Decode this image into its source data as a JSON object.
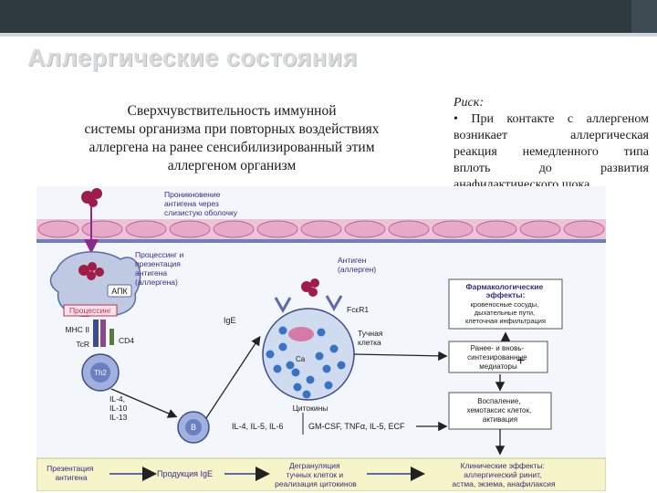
{
  "slide": {
    "title": "Аллергические состояния",
    "intro_lines": [
      "Сверхчувствительность иммунной",
      "системы организма при повторных воздействиях",
      "аллергена на ранее сенсибилизированный этим",
      "аллергеном организм"
    ],
    "risk_label": "Риск:",
    "risk_lines": [
      "• При контакте с аллергеном",
      "возникает аллергическая",
      "реакция немедленного типа",
      "вплоть до развития",
      "анафилактического шока."
    ]
  },
  "diagram": {
    "penetration_lines": [
      "Проникновение",
      "антигена через",
      "слизистую оболочку"
    ],
    "processing_lines": [
      "Процессинг и",
      "презентация",
      "антигена",
      "(аллергена)"
    ],
    "apc_label": "АПК",
    "processing_box": "Процессинг",
    "mhc_label": "MHC II",
    "tcr_label": "TcR",
    "cd4_label": "CD4",
    "th2_label": "Th2",
    "il_lines": [
      "IL-4,",
      "IL-10",
      "IL-13"
    ],
    "b_label": "B",
    "ige_label": "IgE",
    "antigen_lines": [
      "Антиген",
      "(аллерген)"
    ],
    "fce_label": "FcεR1",
    "mast_lines": [
      "Тучная",
      "клетка"
    ],
    "ca_label": "Ca",
    "cytokines_label": "Цитокины",
    "il_row": "IL-4, IL-5, IL-6",
    "gm_row": "GM-CSF, TNFα, IL-5, ECF",
    "pharm_title": [
      "Фармакологические",
      "эффекты:"
    ],
    "pharm_lines": [
      "кровеносные сосуды,",
      "дыхательные пути,",
      "клеточная инфильтрация"
    ],
    "mediators_lines": [
      "Ранее- и вновь-",
      "синтезированные",
      "медиаторы"
    ],
    "plus": "+",
    "inflammation_lines": [
      "Воспаление,",
      "хемотаксис клеток,",
      "активация"
    ],
    "bottom_presentation": [
      "Презентация",
      "антигена"
    ],
    "bottom_production": "Продукция IgE",
    "bottom_degranulation": [
      "Дегрануляция",
      "тучных клеток и",
      "реализация цитокинов"
    ],
    "bottom_clinical": [
      "Клинические эффекты:",
      "аллергический ринит,",
      "астма, экзема, анафилаксия"
    ]
  },
  "colors": {
    "membrane": "#6e7fbf",
    "epithelium": "#eec3da",
    "allergen": "#a01c48",
    "apc": "#bfc9e2",
    "mast": "#cfdcf0",
    "granule": "#3a73c2",
    "arrow": "#222222",
    "bottom_band": "#f6f4c9"
  }
}
